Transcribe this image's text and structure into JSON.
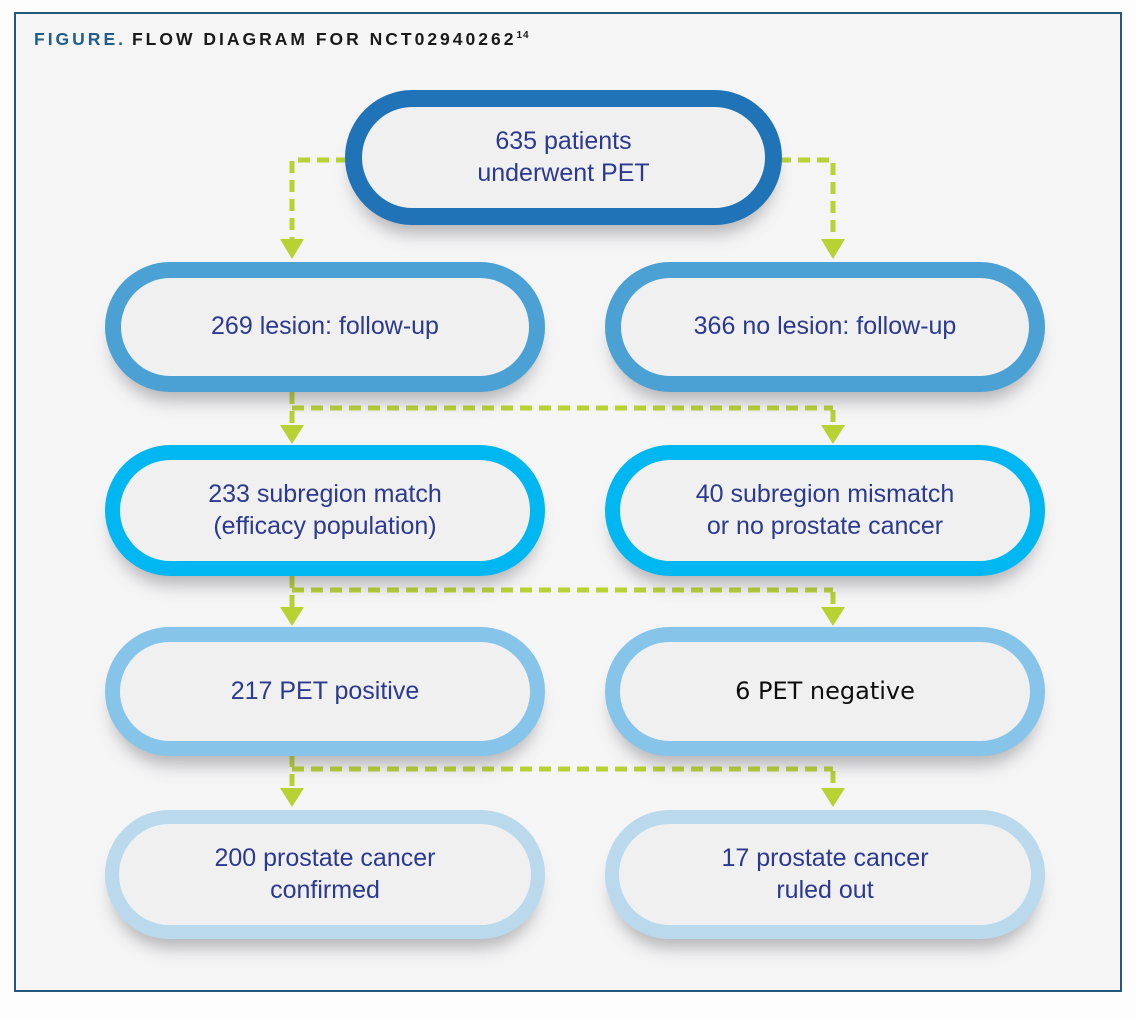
{
  "header": {
    "label": "FIGURE.",
    "title": "FLOW DIAGRAM FOR NCT02940262",
    "reference": "14"
  },
  "nodes": [
    {
      "id": "patients-underwent-pet",
      "tier": 1,
      "text": "635 patients\nunderwent PET"
    },
    {
      "id": "lesion-follow-up",
      "tier": 2,
      "text": "269 lesion: follow-up"
    },
    {
      "id": "no-lesion-follow-up",
      "tier": 2,
      "text": "366 no lesion: follow-up"
    },
    {
      "id": "subregion-match",
      "tier": 3,
      "text": "233 subregion match\n(efficacy population)"
    },
    {
      "id": "subregion-mismatch",
      "tier": 3,
      "text": "40 subregion mismatch\nor no prostate cancer"
    },
    {
      "id": "pet-positive",
      "tier": 4,
      "text": "217 PET positive"
    },
    {
      "id": "pet-negative",
      "tier": 4,
      "text": "6 PET negative"
    },
    {
      "id": "prostate-cancer-confirmed",
      "tier": 5,
      "text": "200 prostate cancer\nconfirmed"
    },
    {
      "id": "prostate-cancer-ruled-out",
      "tier": 5,
      "text": "17 prostate cancer\nruled out"
    }
  ],
  "colors": {
    "panel-border": "#24577d",
    "panel-bg": "#f5f5f6",
    "title-accent": "#215d8c",
    "title-text": "#1a1a1a",
    "box-fill": "#f0f0f1",
    "box-text": "#2b3990",
    "tier1": "#2173b8",
    "tier2": "#4ba1d3",
    "tier3": "#01b7f1",
    "tier4": "#86c4e9",
    "tier5": "#bad9ec",
    "arrow": "#b8d133"
  }
}
